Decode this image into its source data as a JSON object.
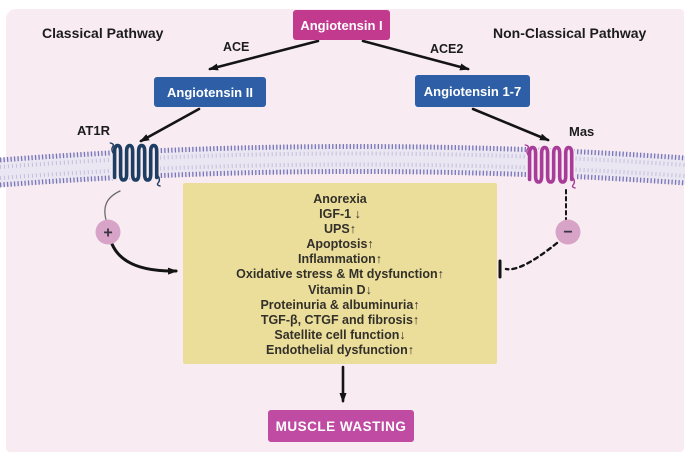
{
  "figure": {
    "pathway_left": "Classical Pathway",
    "pathway_right": "Non-Classical Pathway",
    "enzyme_left": "ACE",
    "enzyme_right": "ACE2",
    "receptor_left": "AT1R",
    "receptor_right": "Mas",
    "sign_plus": "+",
    "sign_minus": "−",
    "boxes": {
      "angiotensin_i": "Angiotensin I",
      "angiotensin_ii": "Angiotensin II",
      "angiotensin_1_7": "Angiotensin 1-7",
      "muscle_wasting": "MUSCLE WASTING"
    },
    "effects": [
      "Anorexia",
      "IGF-1 ↓",
      "UPS↑",
      "Apoptosis↑",
      "Inflammation↑",
      "Oxidative stress & Mt dysfunction↑",
      "Vitamin D↓",
      "Proteinuria & albuminuria↑",
      "TGF-β, CTGF and fibrosis↑",
      "Satellite cell function↓",
      "Endothelial dysfunction↑"
    ],
    "colors": {
      "background": "#F8ECF2",
      "angiotensin_box": "#C23A8E",
      "muscle_wasting_box": "#BF4BA3",
      "blue_box": "#2E5FA6",
      "effects_box": "#EBDE9B",
      "membrane_heads": "#7C74B6",
      "membrane_inner": "#C3BEDC",
      "membrane_fill": "#EAE7F3",
      "at1r_receptor": "#1E3D63",
      "mas_receptor": "#A93C99",
      "sign_circle": "#D7A3C6",
      "arrow": "#141414"
    }
  }
}
